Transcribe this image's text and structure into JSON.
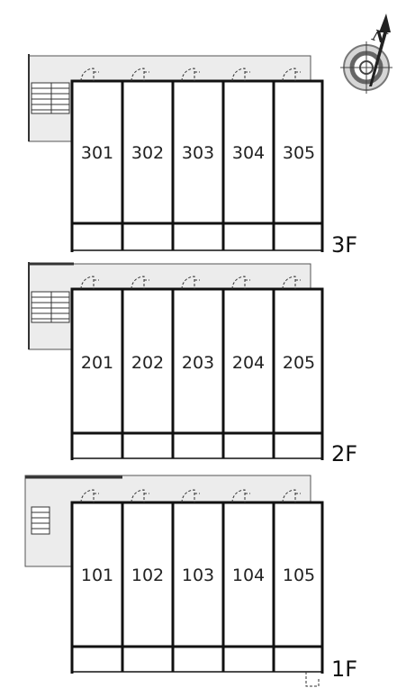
{
  "floors": [
    {
      "label": "3F",
      "rooms": [
        "301",
        "302",
        "303",
        "304",
        "305"
      ]
    },
    {
      "label": "2F",
      "rooms": [
        "201",
        "202",
        "203",
        "204",
        "205"
      ]
    },
    {
      "label": "1F",
      "rooms": [
        "101",
        "102",
        "103",
        "104",
        "105"
      ]
    }
  ],
  "compass": {
    "north_label": "N",
    "icon": "compass-rose-icon"
  },
  "colors": {
    "corridor": "#ececec",
    "wall": "#111111",
    "line": "#555555"
  }
}
